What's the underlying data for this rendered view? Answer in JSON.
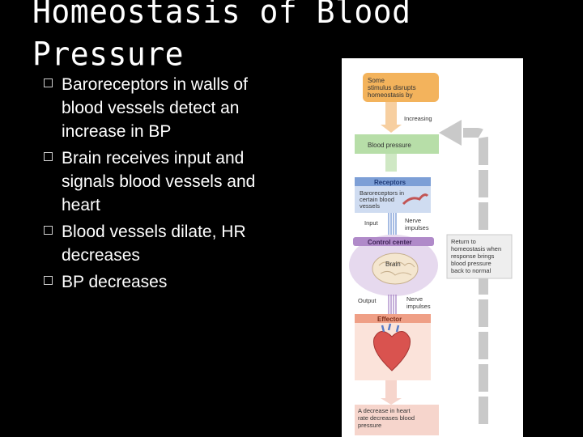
{
  "slide": {
    "title_line1": "Homeostasis of Blood",
    "title_line2": "Pressure",
    "bullets": [
      "Baroreceptors in walls of blood vessels detect an increase in BP",
      "Brain receives input and signals blood vessels and heart",
      "Blood vessels dilate,  HR decreases",
      "BP decreases"
    ]
  },
  "diagram": {
    "stimulus": [
      "Some",
      "stimulus disrupts",
      "homeostasis by"
    ],
    "increasing": "Increasing",
    "variable": "Blood pressure",
    "receptors_header": "Receptors",
    "receptors_body": [
      "Baroreceptors in",
      "certain blood",
      "vessels"
    ],
    "input": "Input",
    "nerve_impulses_1": [
      "Nerve",
      "impulses"
    ],
    "control_header": "Control center",
    "brain": "Brain",
    "output": "Output",
    "nerve_impulses_2": [
      "Nerve",
      "impulses"
    ],
    "effector_header": "Effector",
    "result": [
      "A decrease in heart",
      "rate decreases blood",
      "pressure"
    ],
    "return": [
      "Return to",
      "homeostasis when",
      "response brings",
      "blood pressure",
      "back to normal"
    ],
    "colors": {
      "stimulus": "#f3b35c",
      "variable": "#b7dea8",
      "receptors_header": "#7d9fd6",
      "receptors_body": "#cfdcf1",
      "control": "#b08ac9",
      "control_body": "#e6d9ee",
      "effector_header": "#ef9f86",
      "effector_body": "#fbe3da",
      "result": "#f6d5cc",
      "return_arrow": "#c9c9c9"
    }
  }
}
